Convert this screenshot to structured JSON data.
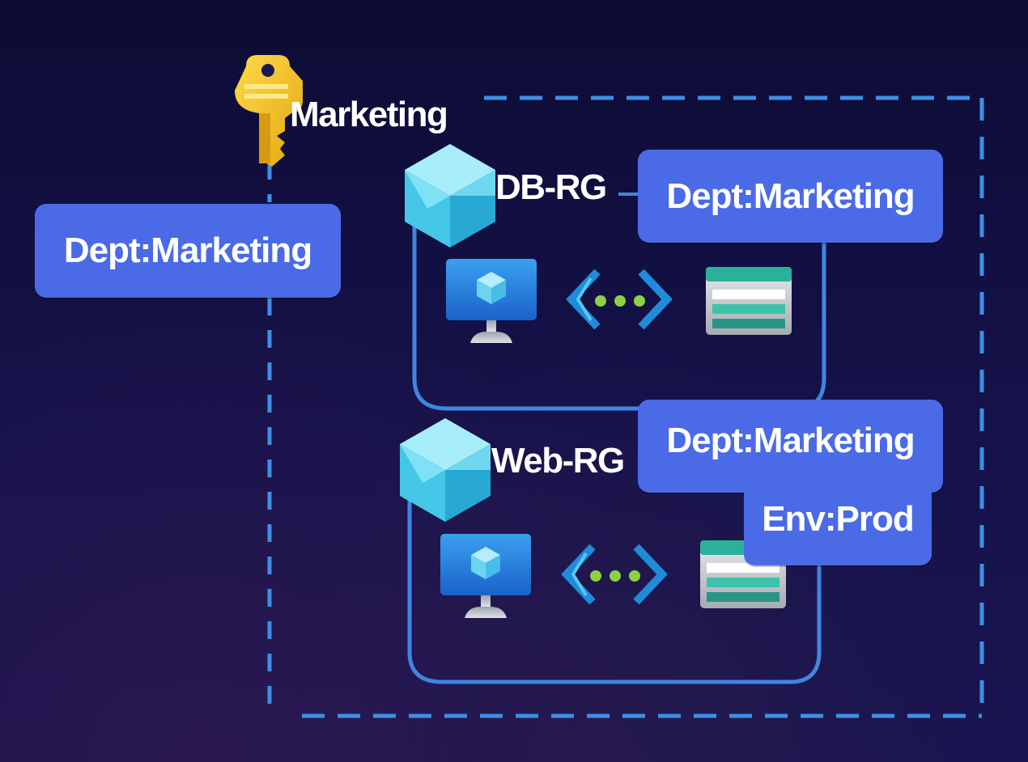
{
  "subscription": {
    "name": "Marketing",
    "tag": "Dept:Marketing",
    "icon": "key-icon"
  },
  "resource_groups": [
    {
      "name": "DB-RG",
      "tags": [
        "Dept:Marketing"
      ],
      "icon": "resource-group-cube-icon",
      "resources": [
        "virtual-machine-icon",
        "virtual-network-icon",
        "storage-account-icon"
      ]
    },
    {
      "name": "Web-RG",
      "tags": [
        "Dept:Marketing",
        "Env:Prod"
      ],
      "icon": "resource-group-cube-icon",
      "resources": [
        "virtual-machine-icon",
        "virtual-network-icon",
        "storage-account-icon"
      ]
    }
  ],
  "colors": {
    "tag_fill": "#4a6ae6",
    "dashed_border": "#3e8fe6",
    "rg_border": "#3f86e0",
    "key": "#f2c51e",
    "cube": "#58d7f0",
    "network_dots": "#8ed043"
  }
}
